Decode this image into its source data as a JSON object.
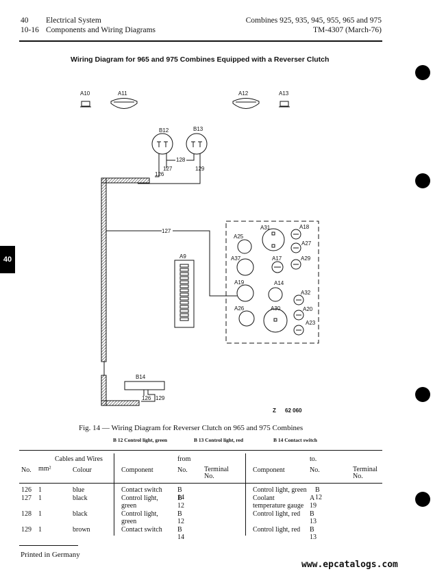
{
  "header": {
    "section_num": "40",
    "section_title": "Electrical System",
    "page_num": "10-16",
    "page_title": "Components and Wiring Diagrams",
    "models": "Combines 925, 935, 945, 955, 965 and 975",
    "manual": "TM-4307 (March-76)"
  },
  "side_tab": "40",
  "diagram": {
    "title": "Wiring Diagram for 965 and 975 Combines Equipped with a Reverser Clutch",
    "labels": {
      "a10": "A10",
      "a11": "A11",
      "a12": "A12",
      "a13": "A13",
      "b12": "B12",
      "b13": "B13",
      "b14": "B14",
      "a9": "A9",
      "a31": "A31",
      "a18": "A18",
      "a25": "A25",
      "a27": "A27",
      "a37": "A37",
      "a17": "A17",
      "a29": "A29",
      "a19": "A19",
      "a14": "A14",
      "a32": "A32",
      "a20": "A20",
      "a26": "A26",
      "a30": "A30",
      "a23": "A23",
      "w126": "126",
      "w127": "127",
      "w128": "128",
      "w129": "129",
      "w127b": "127",
      "w126b": "126",
      "w129b": "129"
    },
    "ref_prefix": "Z",
    "ref_num": "62 060"
  },
  "caption": "Fig. 14 — Wiring Diagram for Reverser Clutch on 965 and 975 Combines",
  "legend": [
    "B 12  Control light, green",
    "B 13  Control light, red",
    "B 14  Contact switch"
  ],
  "table": {
    "group_cables": "Cables and Wires",
    "group_from": "from",
    "group_to": "to.",
    "col_no": "No.",
    "col_mm2": "mm²",
    "col_colour": "Colour",
    "col_component": "Component",
    "col_from_no": "No.",
    "col_terminal": "Terminal No.",
    "col_to_component": "Component",
    "col_to_no": "No.",
    "col_to_terminal": "Terminal No.",
    "rows": [
      {
        "no": "126",
        "mm2": "1",
        "colour": "blue",
        "from_comp": "Contact switch",
        "from_no": "B 14",
        "from_term": "",
        "to_comp": "Control light, green",
        "to_no": "B 12",
        "to_term": ""
      },
      {
        "no": "127",
        "mm2": "1",
        "colour": "black",
        "from_comp": "Control light, green",
        "from_no": "B 12",
        "from_term": "",
        "to_comp": "Coolant temperature gauge",
        "to_no": "A 19",
        "to_term": ""
      },
      {
        "no": "128",
        "mm2": "1",
        "colour": "black",
        "from_comp": "Control light, green",
        "from_no": "B 12",
        "from_term": "",
        "to_comp": "Control light, red",
        "to_no": "B 13",
        "to_term": ""
      },
      {
        "no": "129",
        "mm2": "1",
        "colour": "brown",
        "from_comp": "Contact switch",
        "from_no": "B 14",
        "from_term": "",
        "to_comp": "Control light, red",
        "to_no": "B 13",
        "to_term": ""
      }
    ]
  },
  "footer": "Printed in Germany",
  "watermark": "www.epcatalogs.com"
}
